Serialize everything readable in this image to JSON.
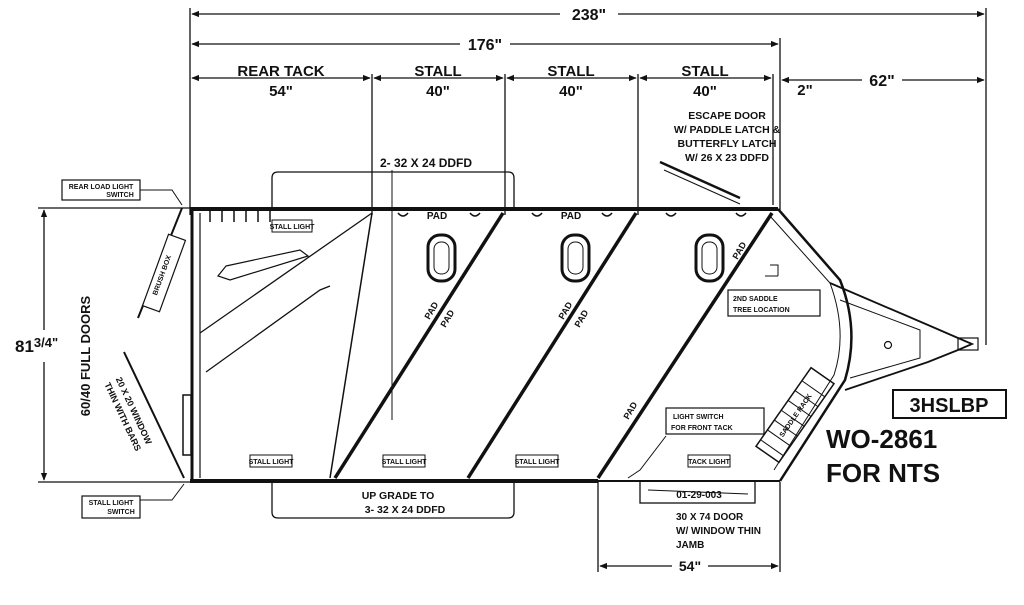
{
  "dimensions": {
    "overall": "238\"",
    "body_length": "176\"",
    "tongue": "62\"",
    "gap": "2\"",
    "width": "81",
    "width_frac": "3/4\"",
    "side_door": "54\""
  },
  "compartments": [
    {
      "name": "REAR TACK",
      "size": "54\""
    },
    {
      "name": "STALL",
      "size": "40\""
    },
    {
      "name": "STALL",
      "size": "40\""
    },
    {
      "name": "STALL",
      "size": "40\""
    }
  ],
  "labels": {
    "ddfd_top": "2- 32 X 24 DDFD",
    "escape_door": [
      "ESCAPE DOOR",
      "W/ PADDLE LATCH &",
      "BUTTERFLY LATCH",
      "W/ 26 X 23 DDFD"
    ],
    "rear_load_switch": [
      "REAR LOAD LIGHT",
      "SWITCH"
    ],
    "brush_box": "BRUSH BOX",
    "full_doors": "60/40 FULL DOORS",
    "window": [
      "20 X 20 WINDOW",
      "THIN WITH BARS"
    ],
    "stall_light_switch": [
      "STALL LIGHT",
      "SWITCH"
    ],
    "upgrade": [
      "UP GRADE TO",
      "3- 32 X 24 DDFD"
    ],
    "saddle_tree": [
      "2ND SADDLE",
      "TREE LOCATION"
    ],
    "front_tack_switch": [
      "LIGHT SWITCH",
      "FOR FRONT TACK"
    ],
    "side_door": [
      "30 X 74 DOOR",
      "W/ WINDOW THIN",
      "JAMB"
    ],
    "part_number": "01-29-003",
    "pad": "PAD",
    "stall_light": "STALL LIGHT",
    "tack_light": "TACK LIGHT",
    "saddle_rack": "SADDLE RACK"
  },
  "model": "3HSLBP",
  "work_order": "WO-2861",
  "customer": "FOR NTS"
}
